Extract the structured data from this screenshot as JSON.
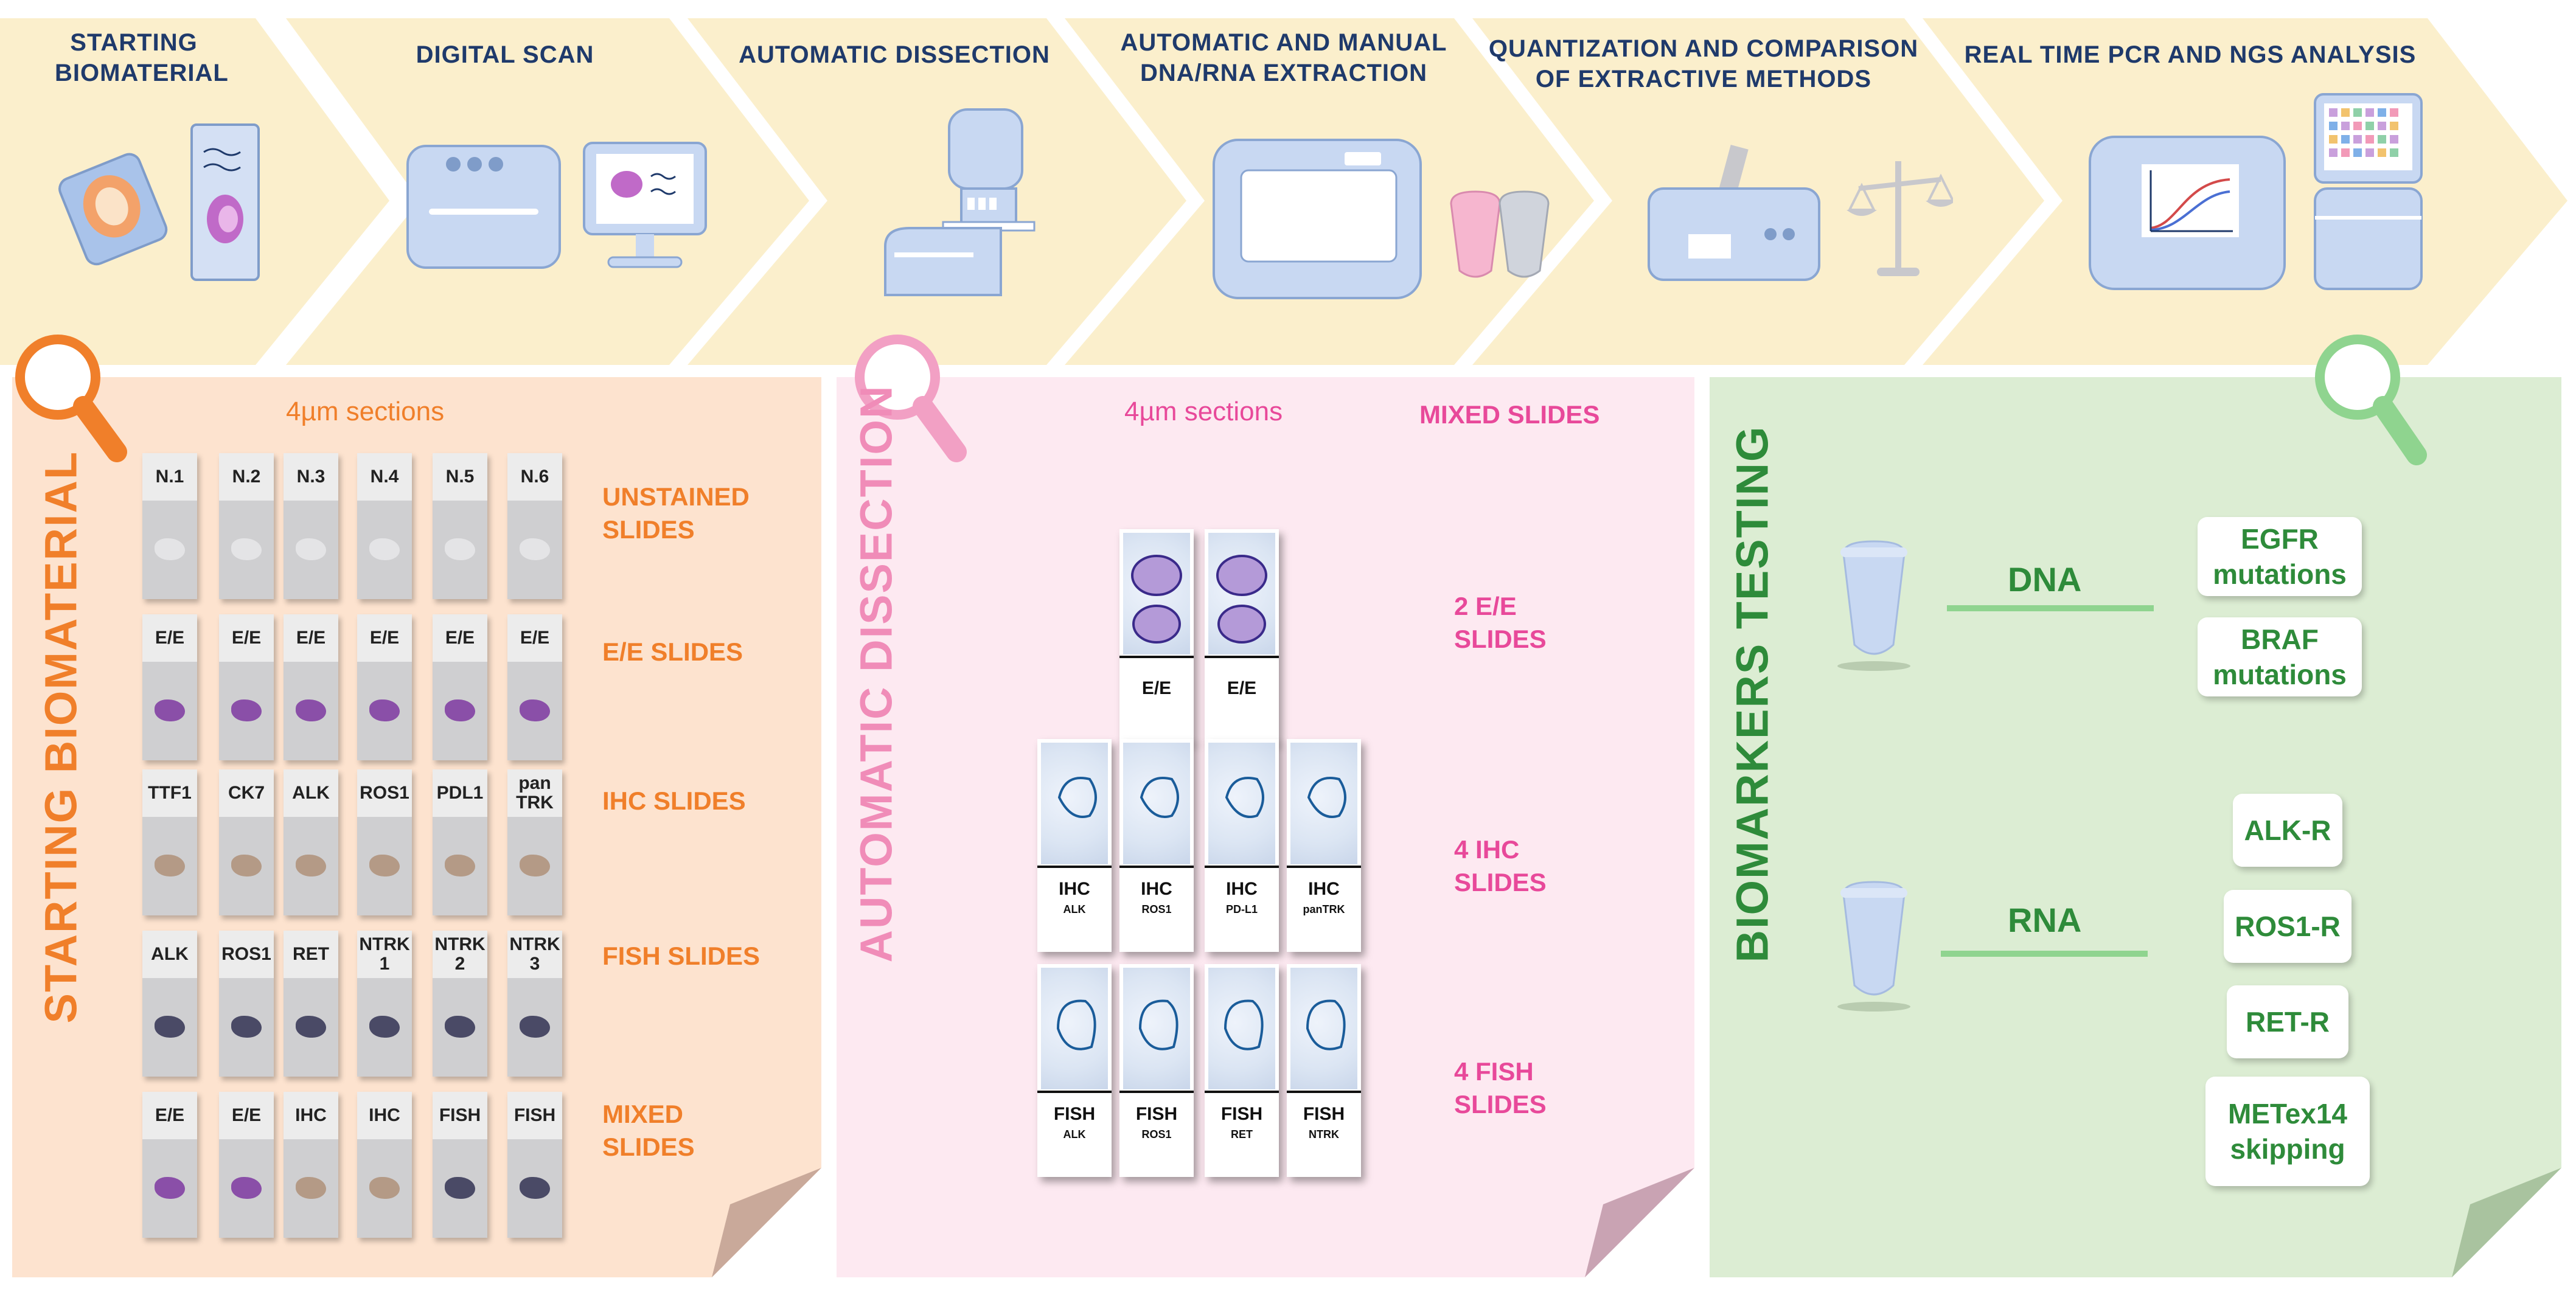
{
  "steps": [
    {
      "title": "STARTING BIOMATERIAL",
      "icon": "slide-icon"
    },
    {
      "title": "DIGITAL SCAN",
      "icon": "scanner-icon"
    },
    {
      "title": "AUTOMATIC DISSECTION",
      "icon": "dissection-machine-icon"
    },
    {
      "title": "AUTOMATIC AND MANUAL DNA/RNA EXTRACTION",
      "icon": "extractor-icon"
    },
    {
      "title": "QUANTIZATION AND COMPARISON OF EXTRACTIVE METHODS",
      "icon": "quantifier-icon"
    },
    {
      "title": "REAL TIME PCR AND NGS ANALYSIS",
      "icon": "pcr-machine-icon"
    }
  ],
  "panel1": {
    "title": "STARTING BIOMATERIAL",
    "section_label": "4µm sections",
    "rows": [
      {
        "label": "UNSTAINED SLIDES",
        "slides": [
          "N.1",
          "N.2",
          "N.3",
          "N.4",
          "N.5",
          "N.6"
        ],
        "tissue": "unstained"
      },
      {
        "label": "E/E SLIDES",
        "slides": [
          "E/E",
          "E/E",
          "E/E",
          "E/E",
          "E/E",
          "E/E"
        ],
        "tissue": "he"
      },
      {
        "label": "IHC SLIDES",
        "slides": [
          "TTF1",
          "CK7",
          "ALK",
          "ROS1",
          "PDL1",
          "pan TRK"
        ],
        "tissue": "ihc"
      },
      {
        "label": "FISH SLIDES",
        "slides": [
          "ALK",
          "ROS1",
          "RET",
          "NTRK 1",
          "NTRK 2",
          "NTRK 3"
        ],
        "tissue": "fish"
      },
      {
        "label": "MIXED SLIDES",
        "slides": [
          "E/E",
          "E/E",
          "IHC",
          "IHC",
          "FISH",
          "FISH"
        ],
        "tissue": "mixed"
      }
    ],
    "colors": {
      "accent": "#f07f2a",
      "bg": "#fde3cf"
    }
  },
  "panel2": {
    "title": "AUTOMATIC DISSECTION",
    "section_label": "4µm sections",
    "mixed_label": "MIXED SLIDES",
    "groups": [
      {
        "label": "2 E/E SLIDES",
        "slides": [
          {
            "cap": "E/E",
            "sub": ""
          },
          {
            "cap": "E/E",
            "sub": ""
          }
        ]
      },
      {
        "label": "4 IHC SLIDES",
        "slides": [
          {
            "cap": "IHC",
            "sub": "ALK"
          },
          {
            "cap": "IHC",
            "sub": "ROS1"
          },
          {
            "cap": "IHC",
            "sub": "PD-L1"
          },
          {
            "cap": "IHC",
            "sub": "panTRK"
          }
        ]
      },
      {
        "label": "4 FISH SLIDES",
        "slides": [
          {
            "cap": "FISH",
            "sub": "ALK"
          },
          {
            "cap": "FISH",
            "sub": "ROS1"
          },
          {
            "cap": "FISH",
            "sub": "RET"
          },
          {
            "cap": "FISH",
            "sub": "NTRK"
          }
        ]
      }
    ],
    "colors": {
      "accent": "#e8499a",
      "bg": "#fde9f1"
    }
  },
  "panel3": {
    "title": "BIOMARKERS TESTING",
    "dna": {
      "label": "DNA",
      "targets": [
        "EGFR mutations",
        "BRAF mutations"
      ]
    },
    "rna": {
      "label": "RNA",
      "targets": [
        "ALK-R",
        "ROS1-R",
        "RET-R",
        "METex14 skipping"
      ]
    },
    "colors": {
      "accent": "#2e8b3a",
      "bg": "#dcedd3"
    }
  },
  "colors": {
    "chevron": "#fbefcc",
    "step_title": "#1f3a6b"
  }
}
